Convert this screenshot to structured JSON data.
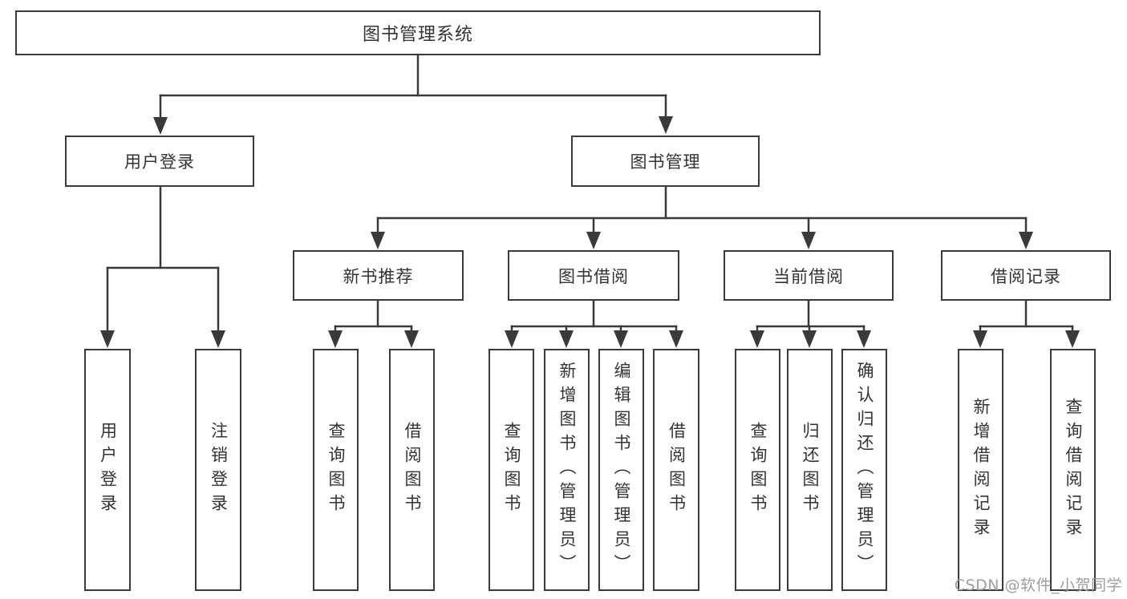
{
  "tree": {
    "root": "图书管理系统",
    "branches": [
      {
        "label": "用户登录",
        "children": [
          "用户登录",
          "注销登录"
        ]
      },
      {
        "label": "图书管理",
        "groups": [
          {
            "label": "新书推荐",
            "children": [
              "查询图书",
              "借阅图书"
            ]
          },
          {
            "label": "图书借阅",
            "children": [
              "查询图书",
              "新增图书（管理员）",
              "编辑图书（管理员）",
              "借阅图书"
            ]
          },
          {
            "label": "当前借阅",
            "children": [
              "查询图书",
              "归还图书",
              "确认归还（管理员）"
            ]
          },
          {
            "label": "借阅记录",
            "children": [
              "新增借阅记录",
              "查询借阅记录"
            ]
          }
        ]
      }
    ]
  },
  "watermark": "CSDN @软件_小贺同学",
  "colors": {
    "line": "#3a3a3a",
    "box_border": "#3a3a3a",
    "text": "#333333",
    "background": "#ffffff",
    "watermark": "#9e9e9e"
  }
}
